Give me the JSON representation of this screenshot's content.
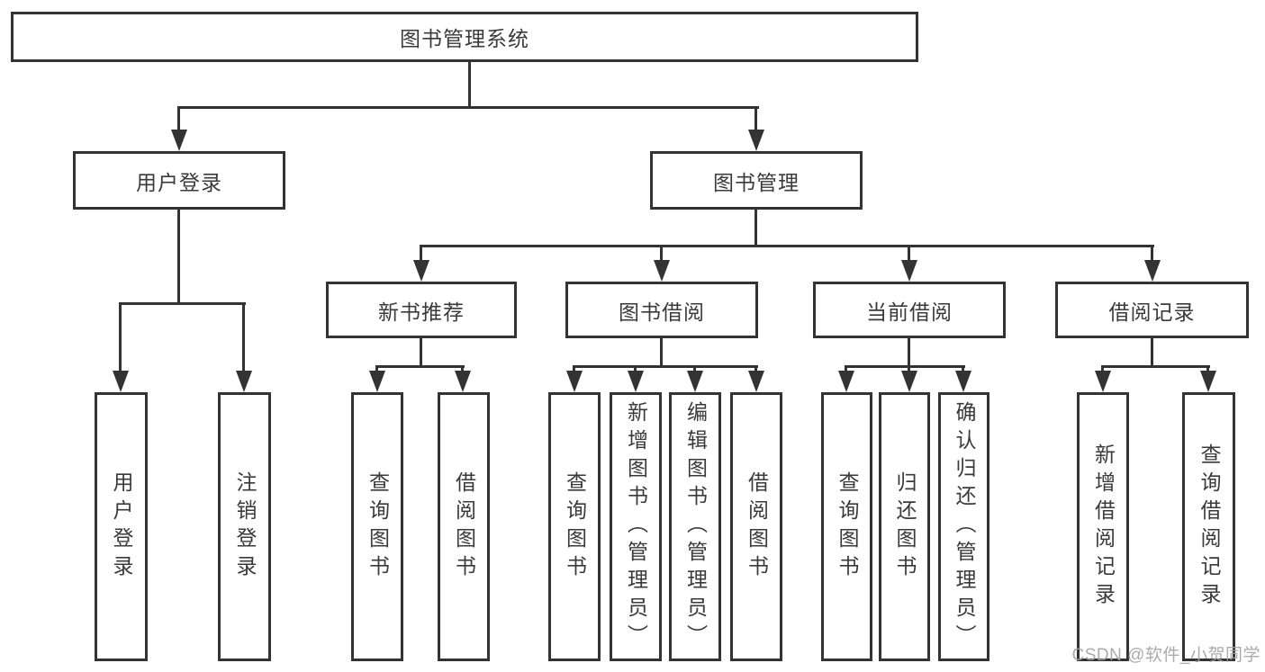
{
  "diagram": {
    "type": "tree",
    "title": "图书管理系统",
    "nodes": {
      "root": {
        "label": "图书管理系统"
      },
      "level2": [
        {
          "label": "用户登录"
        },
        {
          "label": "图书管理"
        }
      ],
      "level3": [
        {
          "label": "新书推荐"
        },
        {
          "label": "图书借阅"
        },
        {
          "label": "当前借阅"
        },
        {
          "label": "借阅记录"
        }
      ],
      "leaves": [
        {
          "label": "用户登录"
        },
        {
          "label": "注销登录"
        },
        {
          "label": "查询图书"
        },
        {
          "label": "借阅图书"
        },
        {
          "label": "查询图书"
        },
        {
          "label": "新增图书（管理员）"
        },
        {
          "label": "编辑图书（管理员）"
        },
        {
          "label": "借阅图书"
        },
        {
          "label": "查询图书"
        },
        {
          "label": "归还图书"
        },
        {
          "label": "确认归还（管理员）"
        },
        {
          "label": "新增借阅记录"
        },
        {
          "label": "查询借阅记录"
        }
      ]
    },
    "edges": {
      "图书管理系统": [
        "用户登录",
        "图书管理"
      ],
      "用户登录": [
        "用户登录",
        "注销登录"
      ],
      "图书管理": [
        "新书推荐",
        "图书借阅",
        "当前借阅",
        "借阅记录"
      ],
      "新书推荐": [
        "查询图书",
        "借阅图书"
      ],
      "图书借阅": [
        "查询图书",
        "新增图书（管理员）",
        "编辑图书（管理员）",
        "借阅图书"
      ],
      "当前借阅": [
        "查询图书",
        "归还图书",
        "确认归还（管理员）"
      ],
      "借阅记录": [
        "新增借阅记录",
        "查询借阅记录"
      ]
    },
    "colors": {
      "line": "#333333",
      "text": "#3a3a3a",
      "box_background": "#ffffff",
      "page_background": "#ffffff",
      "watermark_text_color": "#a3a3a3"
    }
  },
  "watermark": {
    "text": "CSDN @软件_小贺同学"
  }
}
